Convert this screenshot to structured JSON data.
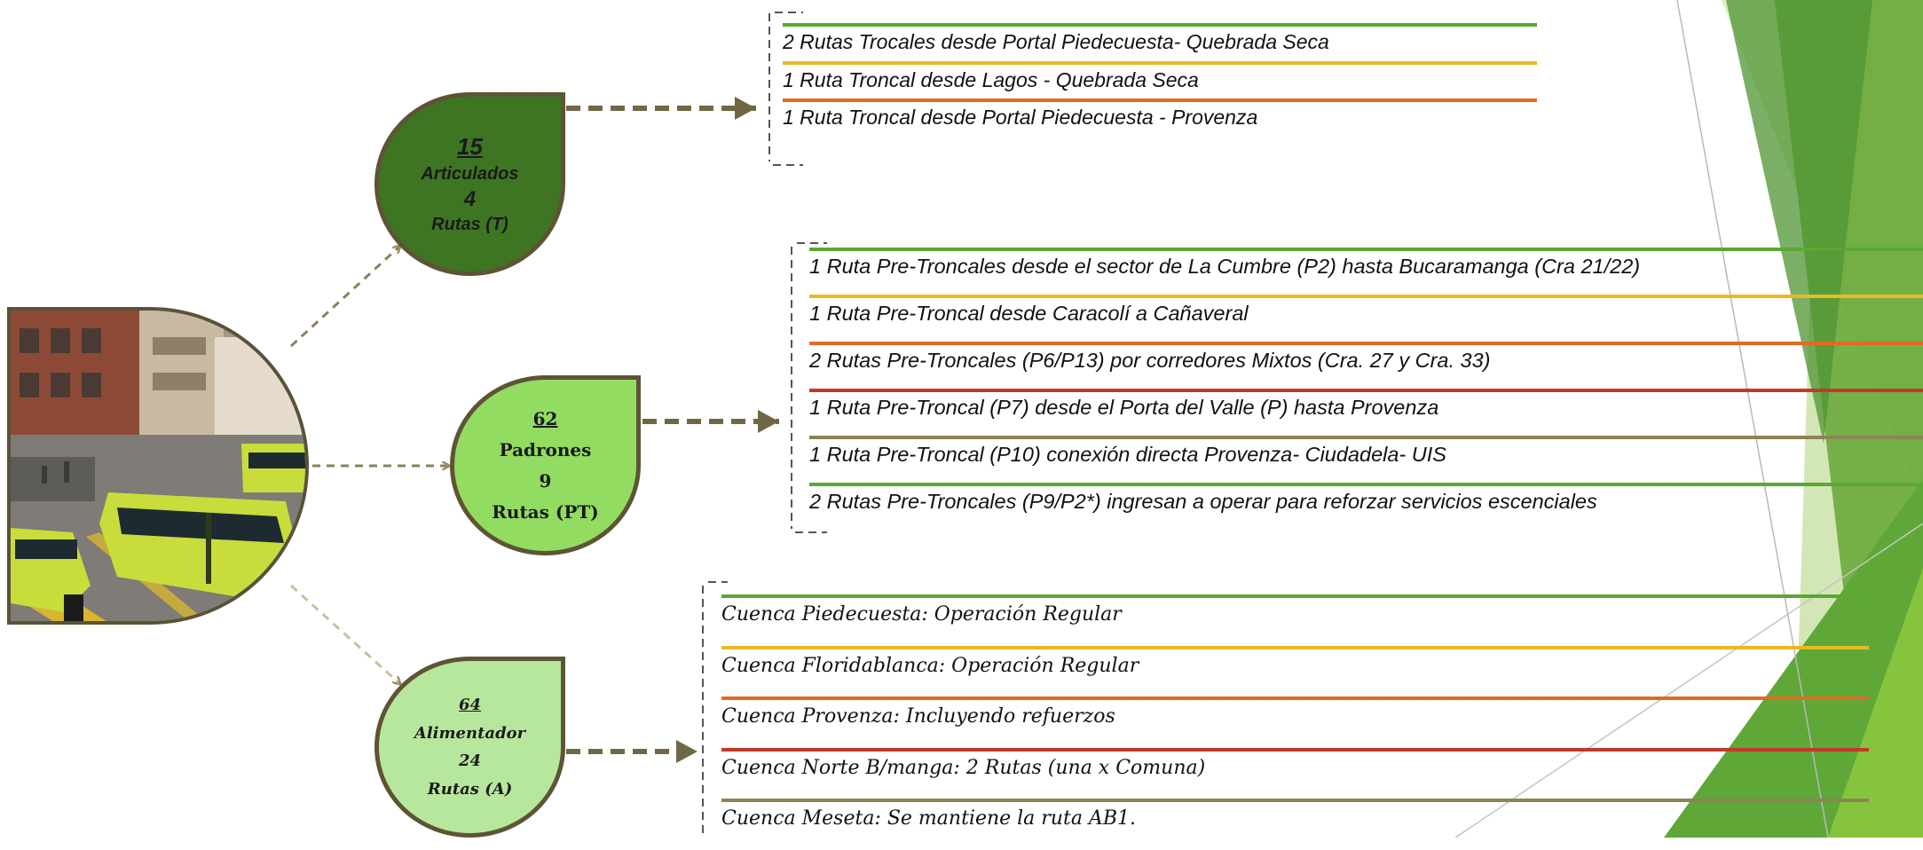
{
  "colors": {
    "green": "#5aa832",
    "yellow": "#e8b923",
    "orange": "#e46a24",
    "red": "#c0392b",
    "olive": "#8e8355",
    "arrow": "#716745",
    "articulados_fill": "#3e7522",
    "padrones_fill": "#92dc62",
    "alimentador_fill": "#b7e79c"
  },
  "photo": {
    "description_icon": "bus-photo"
  },
  "groups": [
    {
      "count": "15",
      "type": "Articulados",
      "routes_count": "4",
      "routes_label": "Rutas (T)",
      "items": [
        {
          "text": "2 Rutas Trocales desde Portal Piedecuesta- Quebrada Seca",
          "color": "#5aa832"
        },
        {
          "text": "1 Ruta Troncal desde Lagos - Quebrada Seca",
          "color": "#e8b923"
        },
        {
          "text": "1 Ruta Troncal desde Portal Piedecuesta - Provenza",
          "color": "#e46a24"
        }
      ]
    },
    {
      "count": "62",
      "type": "Padrones",
      "routes_count": "9",
      "routes_label": "Rutas (PT)",
      "items": [
        {
          "text": "1 Ruta  Pre-Troncales desde el sector de La Cumbre (P2) hasta Bucaramanga (Cra 21/22)",
          "color": "#5aa832"
        },
        {
          "text": "1 Ruta Pre-Troncal desde Caracolí a Cañaveral",
          "color": "#e8b923"
        },
        {
          "text": "2 Rutas Pre-Troncales (P6/P13) por corredores Mixtos (Cra. 27 y Cra. 33)",
          "color": "#e46a24"
        },
        {
          "text": "1 Ruta Pre-Troncal (P7) desde el Porta del Valle (P) hasta Provenza",
          "color": "#c0392b"
        },
        {
          "text": "1 Ruta Pre-Troncal (P10) conexión directa Provenza- Ciudadela- UIS",
          "color": "#8e8355"
        },
        {
          "text": "2 Rutas Pre-Troncales (P9/P2*) ingresan a operar para reforzar servicios escenciales",
          "color": "#5aa832"
        }
      ]
    },
    {
      "count": "64",
      "type": "Alimentador",
      "routes_count": "24",
      "routes_label": "Rutas (A)",
      "items": [
        {
          "text": "Cuenca Piedecuesta: Operación Regular",
          "color": "#5aa832"
        },
        {
          "text": "Cuenca Floridablanca:  Operación Regular",
          "color": "#e8b923"
        },
        {
          "text": "Cuenca Provenza: Incluyendo refuerzos",
          "color": "#e46a24"
        },
        {
          "text": "Cuenca Norte B/manga: 2 Rutas  (una x Comuna)",
          "color": "#c0392b"
        },
        {
          "text": "Cuenca Meseta:  Se mantiene la ruta AB1.",
          "color": "#8e8355"
        }
      ]
    }
  ]
}
